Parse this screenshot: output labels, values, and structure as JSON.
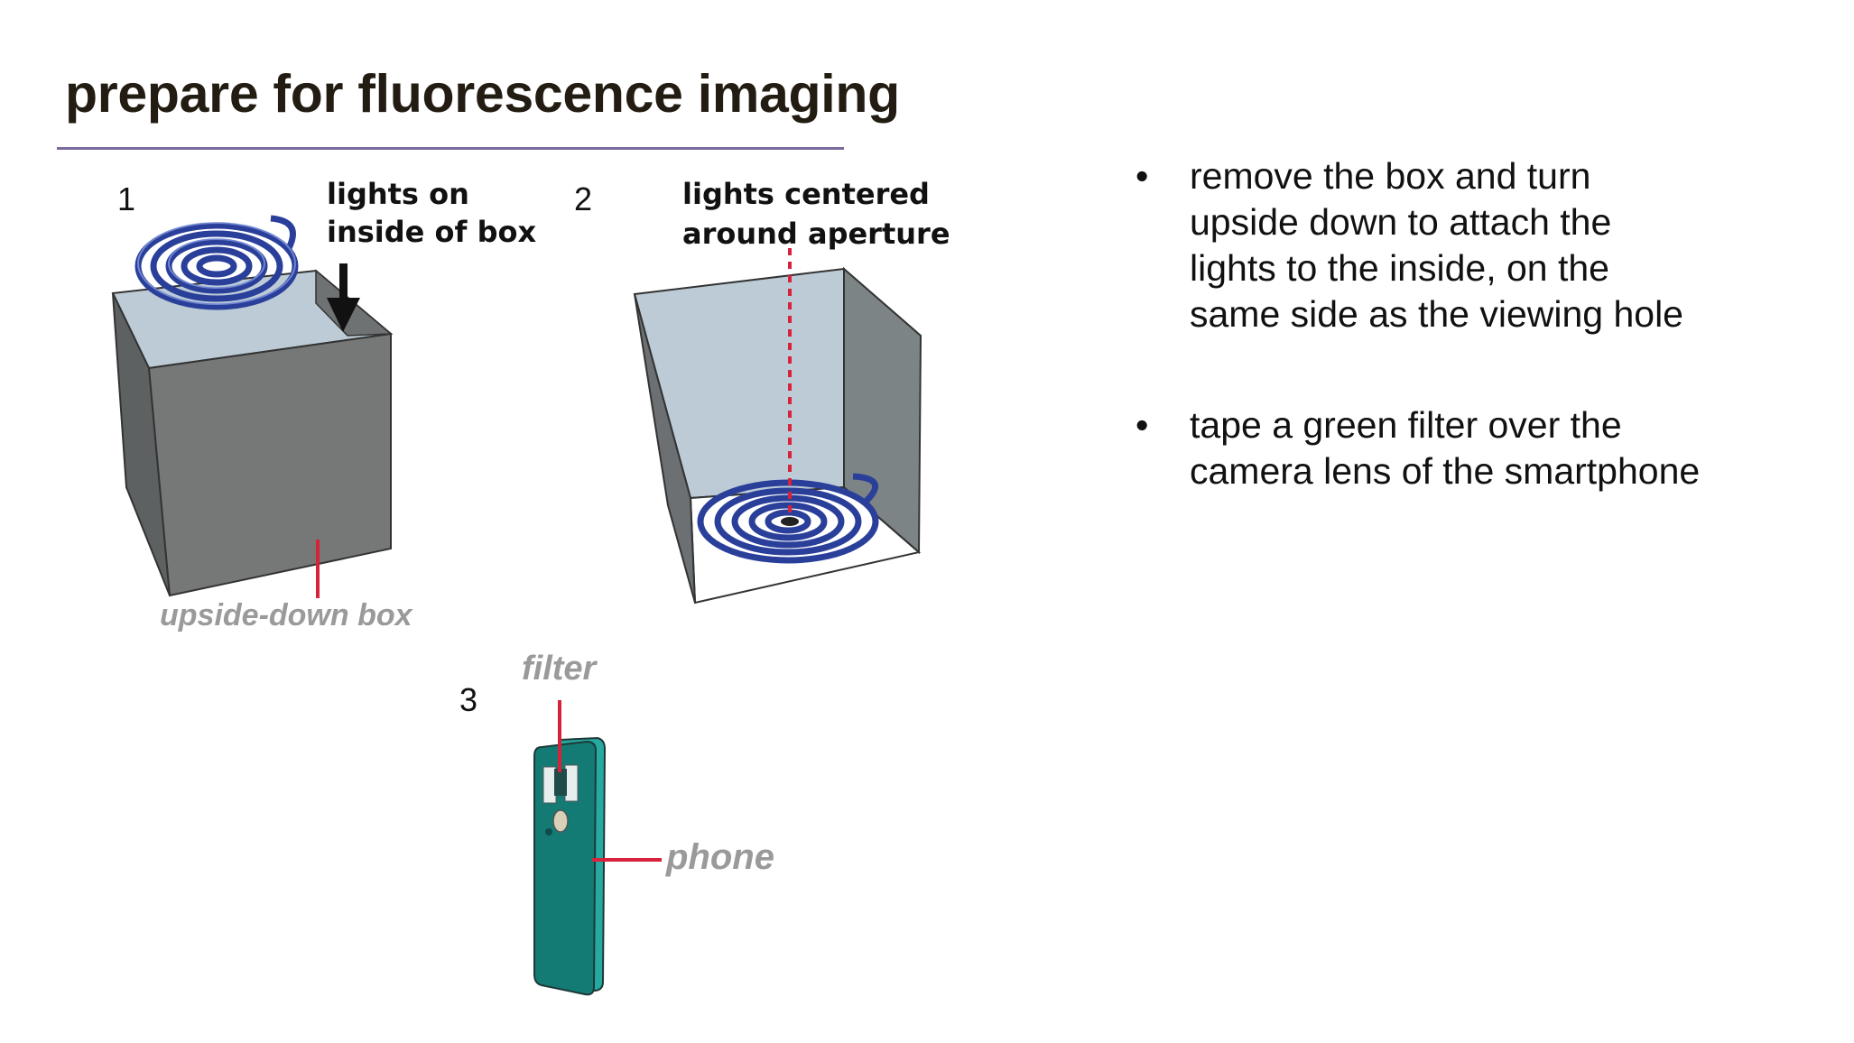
{
  "title": "prepare for fluorescence imaging",
  "steps": {
    "one": {
      "number": "1",
      "label_line1": "lights on",
      "label_line2": "inside of box",
      "caption": "upside-down box"
    },
    "two": {
      "number": "2",
      "label_line1": "lights centered",
      "label_line2": "around aperture"
    },
    "three": {
      "number": "3",
      "filter_label": "filter",
      "phone_label": "phone"
    }
  },
  "bullets": [
    {
      "marker": "•",
      "lines": [
        "remove the box and turn",
        "upside down to attach the",
        "lights to the inside, on the",
        "same side as the viewing hole"
      ]
    },
    {
      "marker": "•",
      "lines": [
        "tape a green filter over the",
        "camera lens of the smartphone"
      ]
    }
  ],
  "colors": {
    "title": "#221c12",
    "rule": "#7a6a9c",
    "box_front": "#767878",
    "box_side": "#5e6162",
    "box_inner": "#bccbd6",
    "coil": "#2a3f9a",
    "phone": "#1a827c",
    "pointer": "#d6223a",
    "caption": "#9a9a9a"
  }
}
